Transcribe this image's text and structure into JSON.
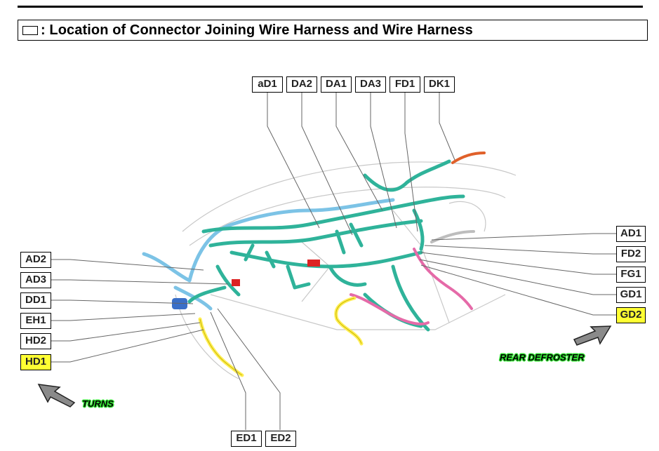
{
  "header": {
    "title": ": Location of Connector Joining Wire Harness and Wire Harness",
    "symbol": "box-icon"
  },
  "top_labels": [
    "aD1",
    "DA2",
    "DA1",
    "DA3",
    "FD1",
    "DK1"
  ],
  "left_labels": [
    "AD2",
    "AD3",
    "DD1",
    "EH1",
    "HD2",
    "HD1"
  ],
  "right_labels": [
    "AD1",
    "FD2",
    "FG1",
    "GD1",
    "GD2"
  ],
  "bottom_labels": [
    "ED1",
    "ED2"
  ],
  "highlighted": [
    "HD1",
    "GD2"
  ],
  "notes": {
    "turns": "TURNS",
    "rear_defroster": "REAR DEFROSTER"
  },
  "colors": {
    "main_harness": "#2fb39a",
    "blue_harness": "#7cc3e6",
    "yellow_harness": "#ffee55",
    "pink_harness": "#e56aa8",
    "orange_harness": "#e0602a",
    "red_connector": "#dd2222",
    "highlight": "#ffff33",
    "note_glow": "#33dd33"
  }
}
